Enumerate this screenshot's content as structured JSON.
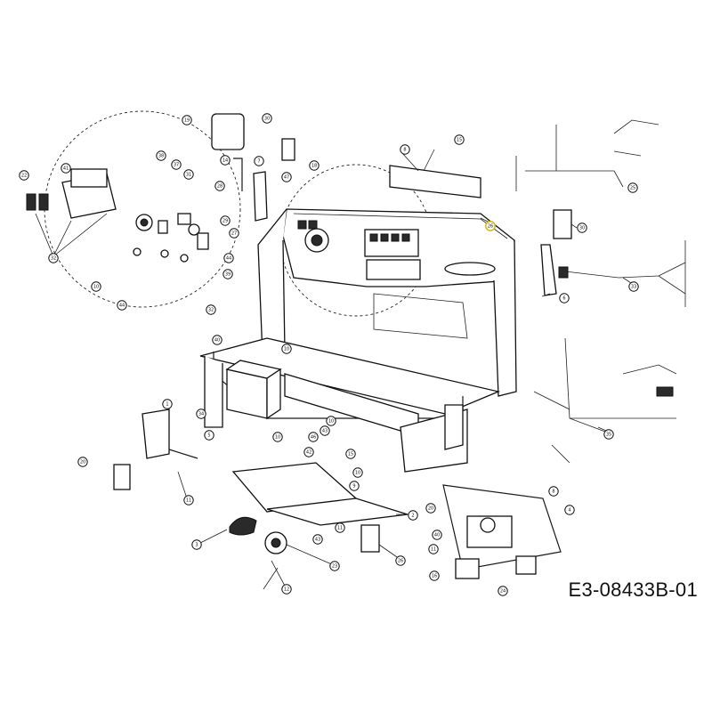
{
  "drawing": {
    "id": "E3-08433B-01"
  },
  "callouts": [
    {
      "label": "22"
    },
    {
      "label": "41"
    },
    {
      "label": "32"
    },
    {
      "label": "38"
    },
    {
      "label": "37"
    },
    {
      "label": "31"
    },
    {
      "label": "28"
    },
    {
      "label": "29"
    },
    {
      "label": "27"
    },
    {
      "label": "44"
    },
    {
      "label": "39"
    },
    {
      "label": "32"
    },
    {
      "label": "44"
    },
    {
      "label": "10"
    },
    {
      "label": "19"
    },
    {
      "label": "14"
    },
    {
      "label": "30"
    },
    {
      "label": "7"
    },
    {
      "label": "47"
    },
    {
      "label": "18"
    },
    {
      "label": "8"
    },
    {
      "label": "15"
    },
    {
      "label": "26"
    },
    {
      "label": "25"
    },
    {
      "label": "30"
    },
    {
      "label": "6"
    },
    {
      "label": "33"
    },
    {
      "label": "40"
    },
    {
      "label": "10"
    },
    {
      "label": "1"
    },
    {
      "label": "34"
    },
    {
      "label": "5"
    },
    {
      "label": "10"
    },
    {
      "label": "10"
    },
    {
      "label": "43"
    },
    {
      "label": "46"
    },
    {
      "label": "42"
    },
    {
      "label": "35"
    },
    {
      "label": "20"
    },
    {
      "label": "11"
    },
    {
      "label": "15"
    },
    {
      "label": "10"
    },
    {
      "label": "9"
    },
    {
      "label": "2"
    },
    {
      "label": "11"
    },
    {
      "label": "3"
    },
    {
      "label": "43"
    },
    {
      "label": "23"
    },
    {
      "label": "12"
    },
    {
      "label": "26"
    },
    {
      "label": "20"
    },
    {
      "label": "40"
    },
    {
      "label": "11"
    },
    {
      "label": "8"
    },
    {
      "label": "4"
    },
    {
      "label": "16"
    },
    {
      "label": "24"
    }
  ]
}
